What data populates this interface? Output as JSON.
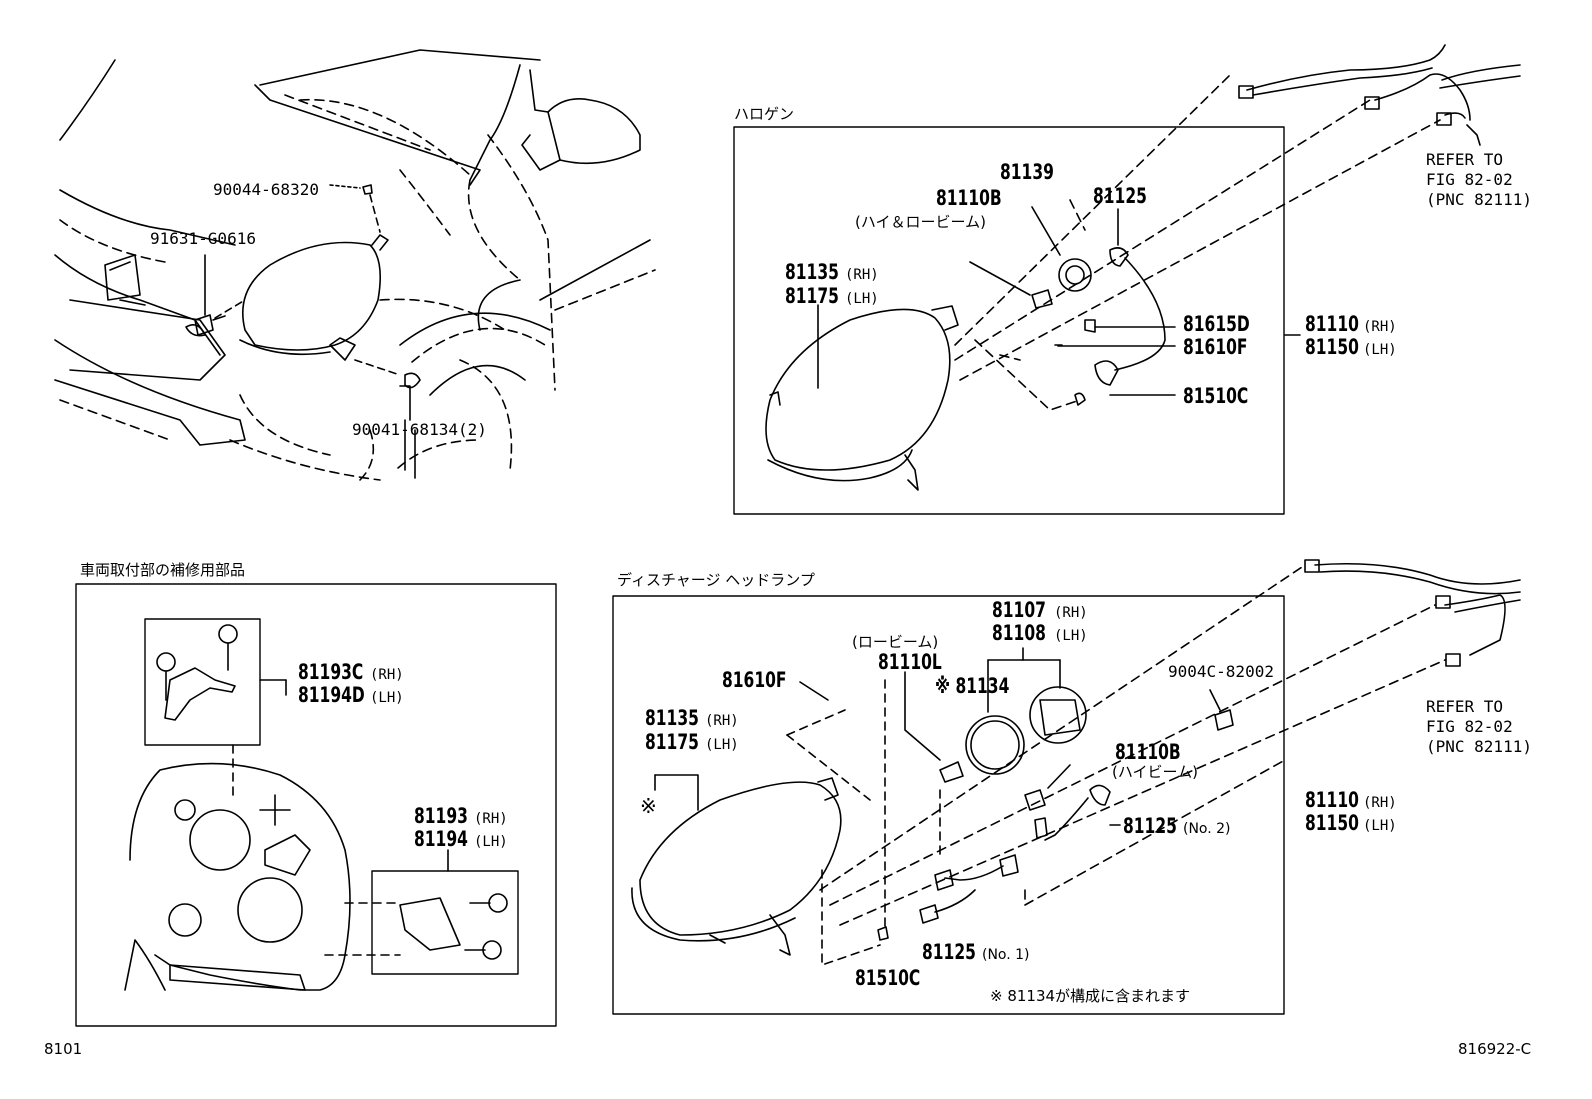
{
  "top_left": {
    "p1": "90044-68320",
    "p2": "91631-G0616",
    "p3": "90041-68134(2)"
  },
  "halogen": {
    "title": "ハロゲン",
    "p81139": "81139",
    "p81110b": "81110B",
    "p81110b_note": "(ハイ＆ロービーム)",
    "p81125": "81125",
    "p81135": "81135",
    "p81135_side": "(RH)",
    "p81175": "81175",
    "p81175_side": "(LH)",
    "p81615d": "81615D",
    "p81610f": "81610F",
    "p81510c": "81510C",
    "p81110": "81110",
    "p81110_side": "(RH)",
    "p81150": "81150",
    "p81150_side": "(LH)",
    "refer": [
      "REFER TO",
      "FIG 82-02",
      "(PNC 82111)"
    ]
  },
  "repair": {
    "title": "車両取付部の補修用部品",
    "p81193c": "81193C",
    "p81193c_side": "(RH)",
    "p81194d": "81194D",
    "p81194d_side": "(LH)",
    "p81193": "81193",
    "p81193_side": "(RH)",
    "p81194": "81194",
    "p81194_side": "(LH)"
  },
  "discharge": {
    "title": "ディスチャージ ヘッドランプ",
    "p81107": "81107",
    "p81107_side": "(RH)",
    "p81108": "81108",
    "p81108_side": "(LH)",
    "p81110l_note": "(ロービーム)",
    "p81110l": "81110L",
    "p81610f": "81610F",
    "p81134": "※ 81134",
    "p9004c": "9004C-82002",
    "p81135": "81135",
    "p81135_side": "(RH)",
    "p81175": "81175",
    "p81175_side": "(LH)",
    "asterisk": "※",
    "p81110b": "81110B",
    "p81110b_note": "(ハイビーム)",
    "p81125_2": "81125",
    "p81125_2_note": "(No. 2)",
    "p81110": "81110",
    "p81110_side": "(RH)",
    "p81150": "81150",
    "p81150_side": "(LH)",
    "p81125_1": "81125",
    "p81125_1_note": "(No. 1)",
    "p81510c": "81510C",
    "footnote": "※ 81134が構成に含まれます",
    "refer": [
      "REFER TO",
      "FIG 82-02",
      "(PNC 82111)"
    ]
  },
  "footer": {
    "left": "8101",
    "right": "816922-C"
  }
}
